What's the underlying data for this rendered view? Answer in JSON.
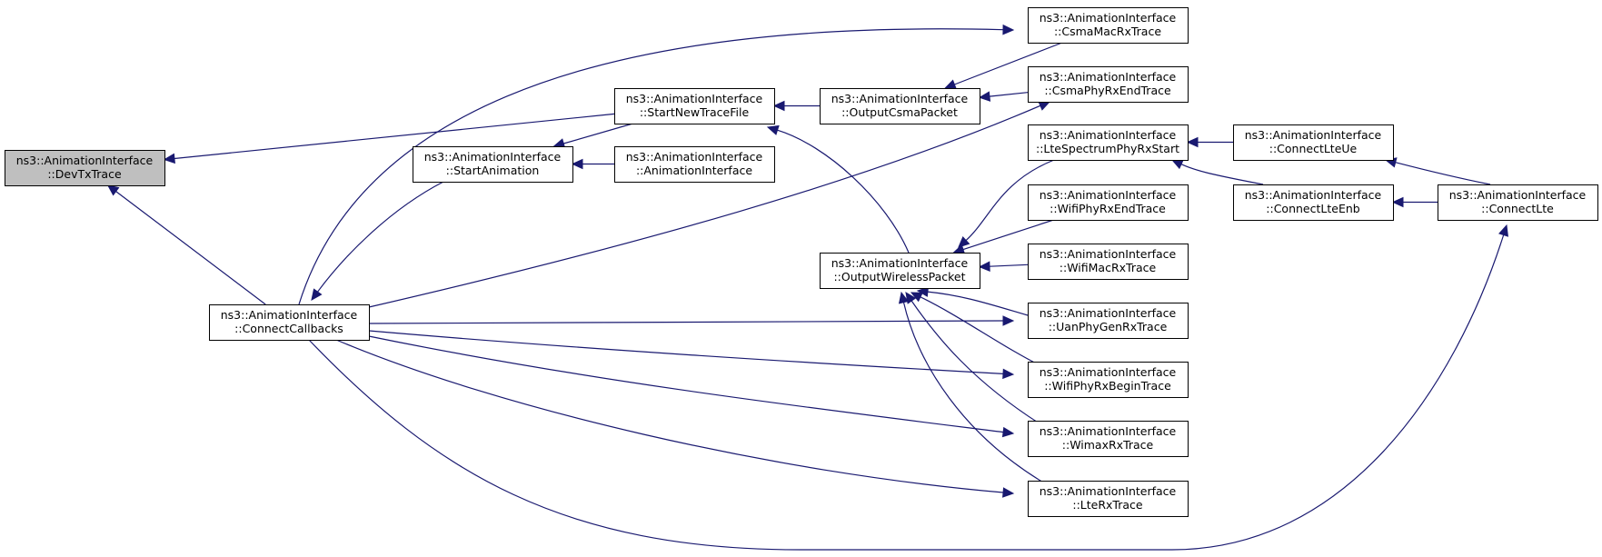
{
  "colors": {
    "edge": "#191970",
    "node_border": "#000000",
    "node_fill": "#ffffff",
    "focus_fill": "#bfbfbf",
    "text": "#000000"
  },
  "nodes": [
    {
      "id": "devtx",
      "line1": "ns3::AnimationInterface",
      "line2": "::DevTxTrace",
      "focus": true
    },
    {
      "id": "conncb",
      "line1": "ns3::AnimationInterface",
      "line2": "::ConnectCallbacks"
    },
    {
      "id": "startnew",
      "line1": "ns3::AnimationInterface",
      "line2": "::StartNewTraceFile"
    },
    {
      "id": "startanim",
      "line1": "ns3::AnimationInterface",
      "line2": "::StartAnimation"
    },
    {
      "id": "animiface",
      "line1": "ns3::AnimationInterface",
      "line2": "::AnimationInterface"
    },
    {
      "id": "outcsma",
      "line1": "ns3::AnimationInterface",
      "line2": "::OutputCsmaPacket"
    },
    {
      "id": "csmamac",
      "line1": "ns3::AnimationInterface",
      "line2": "::CsmaMacRxTrace"
    },
    {
      "id": "csmaphy",
      "line1": "ns3::AnimationInterface",
      "line2": "::CsmaPhyRxEndTrace"
    },
    {
      "id": "outwl",
      "line1": "ns3::AnimationInterface",
      "line2": "::OutputWirelessPacket"
    },
    {
      "id": "ltespec",
      "line1": "ns3::AnimationInterface",
      "line2": "::LteSpectrumPhyRxStart"
    },
    {
      "id": "wifiend",
      "line1": "ns3::AnimationInterface",
      "line2": "::WifiPhyRxEndTrace"
    },
    {
      "id": "wifimac",
      "line1": "ns3::AnimationInterface",
      "line2": "::WifiMacRxTrace"
    },
    {
      "id": "uan",
      "line1": "ns3::AnimationInterface",
      "line2": "::UanPhyGenRxTrace"
    },
    {
      "id": "wifibegin",
      "line1": "ns3::AnimationInterface",
      "line2": "::WifiPhyRxBeginTrace"
    },
    {
      "id": "wimax",
      "line1": "ns3::AnimationInterface",
      "line2": "::WimaxRxTrace"
    },
    {
      "id": "lterx",
      "line1": "ns3::AnimationInterface",
      "line2": "::LteRxTrace"
    },
    {
      "id": "connue",
      "line1": "ns3::AnimationInterface",
      "line2": "::ConnectLteUe"
    },
    {
      "id": "connenb",
      "line1": "ns3::AnimationInterface",
      "line2": "::ConnectLteEnb"
    },
    {
      "id": "connlte",
      "line1": "ns3::AnimationInterface",
      "line2": "::ConnectLte"
    }
  ],
  "edges": [
    {
      "from": "conncb",
      "to": "devtx"
    },
    {
      "from": "startnew",
      "to": "devtx"
    },
    {
      "from": "conncb",
      "to": "csmamac"
    },
    {
      "from": "startnew",
      "to": "startanim"
    },
    {
      "from": "animiface",
      "to": "startanim"
    },
    {
      "from": "startanim",
      "to": "conncb"
    },
    {
      "from": "outcsma",
      "to": "startnew"
    },
    {
      "from": "outwl",
      "to": "startnew"
    },
    {
      "from": "csmamac",
      "to": "outcsma"
    },
    {
      "from": "csmaphy",
      "to": "outcsma"
    },
    {
      "from": "conncb",
      "to": "csmaphy"
    },
    {
      "from": "ltespec",
      "to": "outwl"
    },
    {
      "from": "wifiend",
      "to": "outwl"
    },
    {
      "from": "wifimac",
      "to": "outwl"
    },
    {
      "from": "uan",
      "to": "outwl"
    },
    {
      "from": "wifibegin",
      "to": "outwl"
    },
    {
      "from": "wimax",
      "to": "outwl"
    },
    {
      "from": "lterx",
      "to": "outwl"
    },
    {
      "from": "connue",
      "to": "ltespec"
    },
    {
      "from": "connenb",
      "to": "ltespec"
    },
    {
      "from": "connlte",
      "to": "connue"
    },
    {
      "from": "connlte",
      "to": "connenb"
    },
    {
      "from": "conncb",
      "to": "uan"
    },
    {
      "from": "conncb",
      "to": "wifibegin"
    },
    {
      "from": "conncb",
      "to": "wimax"
    },
    {
      "from": "conncb",
      "to": "lterx"
    },
    {
      "from": "conncb",
      "to": "connlte"
    }
  ]
}
